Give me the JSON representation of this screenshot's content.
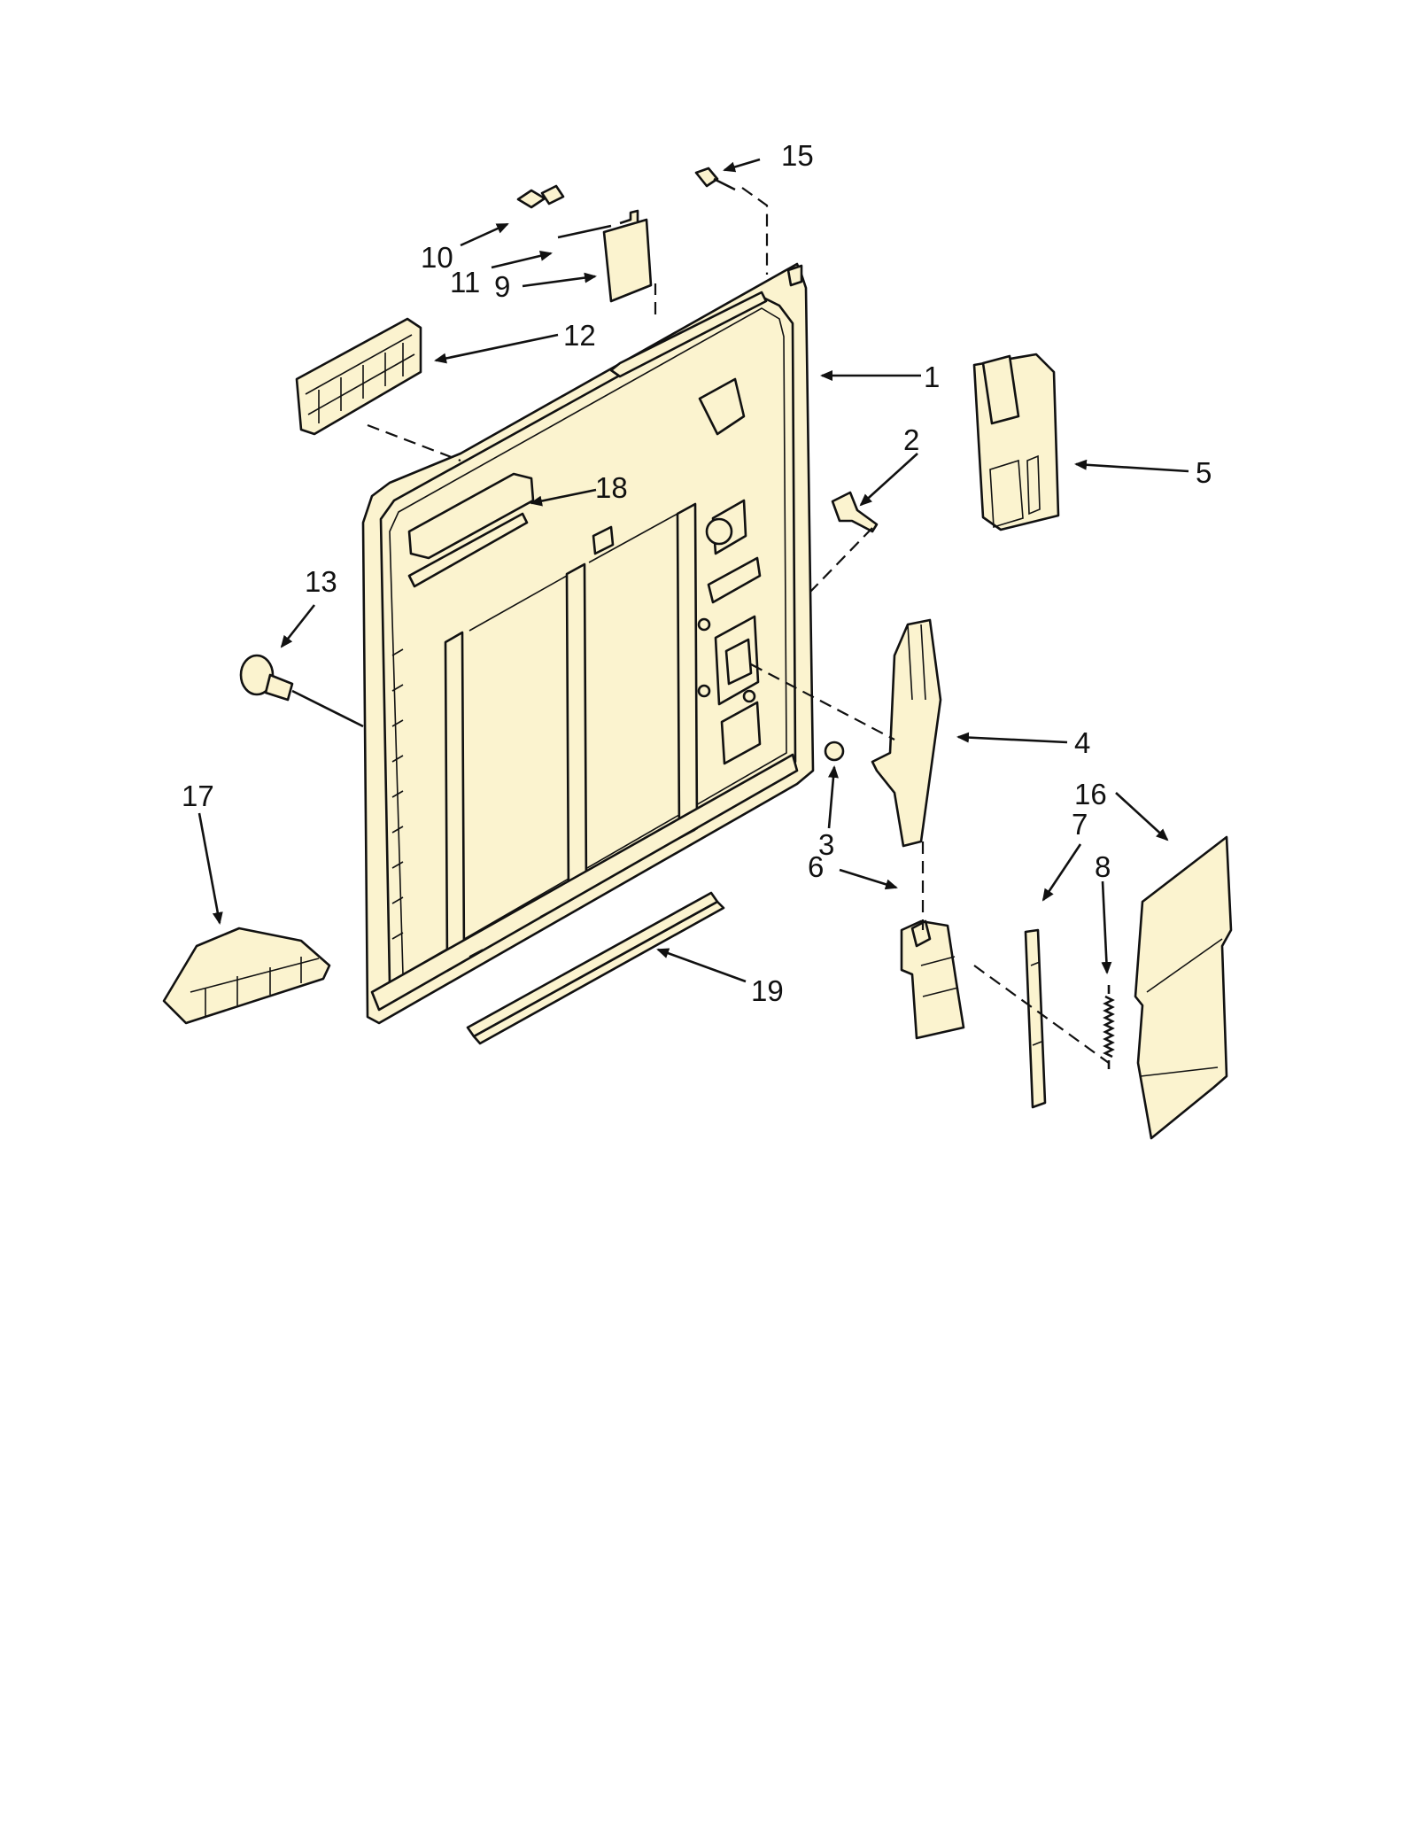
{
  "colors": {
    "fill": "#fbf3cf",
    "stroke": "#111111",
    "background": "#ffffff"
  },
  "callouts": [
    {
      "id": "1",
      "label": "1"
    },
    {
      "id": "2",
      "label": "2"
    },
    {
      "id": "3",
      "label": "3"
    },
    {
      "id": "4",
      "label": "4"
    },
    {
      "id": "5",
      "label": "5"
    },
    {
      "id": "6",
      "label": "6"
    },
    {
      "id": "7",
      "label": "7"
    },
    {
      "id": "8",
      "label": "8"
    },
    {
      "id": "9",
      "label": "9"
    },
    {
      "id": "10",
      "label": "10"
    },
    {
      "id": "11",
      "label": "11"
    },
    {
      "id": "12",
      "label": "12"
    },
    {
      "id": "13",
      "label": "13"
    },
    {
      "id": "15",
      "label": "15"
    },
    {
      "id": "16",
      "label": "16"
    },
    {
      "id": "17",
      "label": "17"
    },
    {
      "id": "18",
      "label": "18"
    },
    {
      "id": "19",
      "label": "19"
    }
  ]
}
